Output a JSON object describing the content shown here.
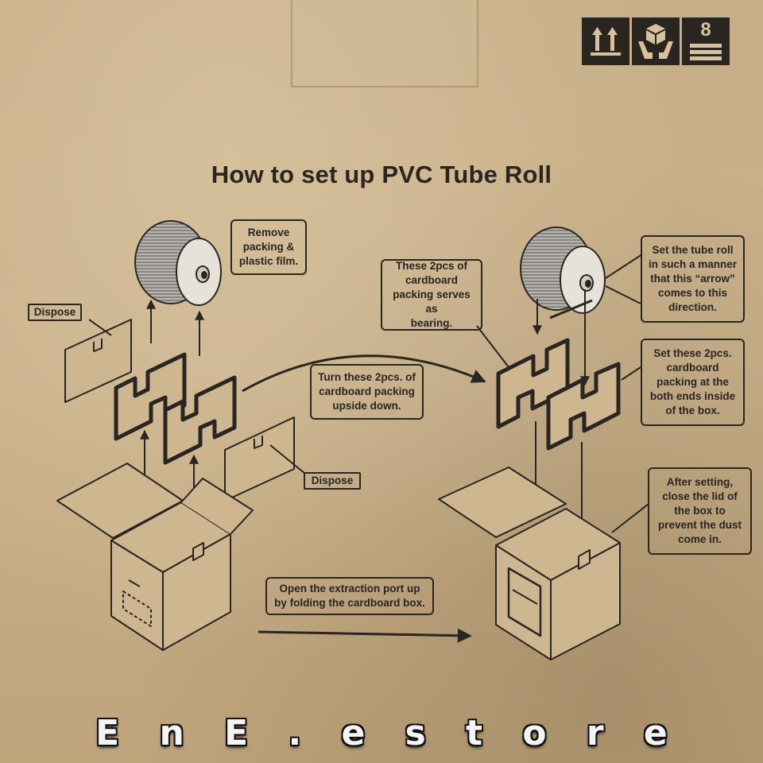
{
  "title": "How to set up PVC Tube Roll",
  "icons": [
    {
      "name": "this-way-up-icon"
    },
    {
      "name": "handle-with-care-icon"
    },
    {
      "name": "stack-limit-icon",
      "text": "8"
    }
  ],
  "callouts": {
    "remove": "Remove\npacking &\nplastic film.",
    "bearing": "These 2pcs of\ncardboard\npacking serves as\nbearing.",
    "turn": "Turn these 2pcs. of\ncardboard packing\nupside down.",
    "set_roll": "Set the tube roll\nin such a manner\nthat this “arrow”\ncomes to this\ndirection.",
    "set_pcs": "Set these 2pcs.\ncardboard\npacking at the\nboth ends inside\nof the box.",
    "after": "After setting,\nclose the lid of\nthe box to\nprevent the dust\ncome in.",
    "open_port": "Open the extraction port up\nby folding the cardboard box."
  },
  "labels": {
    "dispose_left": "Dispose",
    "dispose_center": "Dispose"
  },
  "watermark": [
    "E",
    "n",
    "E",
    ".",
    "e",
    "s",
    "t",
    "o",
    "r",
    "e"
  ],
  "colors": {
    "cardboard": "#c9b08a",
    "ink": "#2a2521",
    "watermark_fill": "#f4f4f4"
  }
}
